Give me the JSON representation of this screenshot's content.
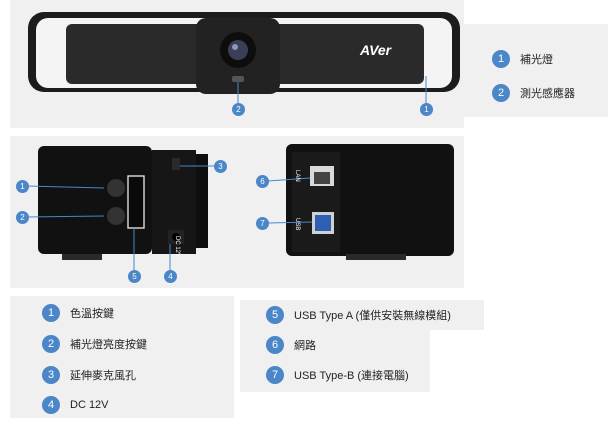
{
  "brand_logo": "AVer",
  "top_legend": [
    {
      "num": "1",
      "label": "補光燈"
    },
    {
      "num": "2",
      "label": "測光感應器"
    }
  ],
  "camera_markers": {
    "front": [
      "2",
      "1"
    ],
    "left_side": [
      "1",
      "2",
      "5",
      "4",
      "3"
    ],
    "right_side": [
      "6",
      "7"
    ]
  },
  "side_port_labels": {
    "dc": "DC 12V",
    "lan": "LAN",
    "usb": "USB"
  },
  "bottom_legend_left": [
    {
      "num": "1",
      "label": "色溫按鍵"
    },
    {
      "num": "2",
      "label": "補光燈亮度按鍵"
    },
    {
      "num": "3",
      "label": "延伸麥克風孔"
    },
    {
      "num": "4",
      "label": "DC 12V"
    }
  ],
  "bottom_legend_right": [
    {
      "num": "5",
      "label": "USB Type A (僅供安裝無線模組)"
    },
    {
      "num": "6",
      "label": "網路"
    },
    {
      "num": "7",
      "label": "USB Type-B (連接電腦)"
    }
  ],
  "colors": {
    "marker_blue": "#4a86c8",
    "panel_grey": "#f0f0f0",
    "device_dark": "#1c1c1c",
    "light_bar": "#f4f4f4",
    "usb_blue": "#2f5fb3"
  }
}
